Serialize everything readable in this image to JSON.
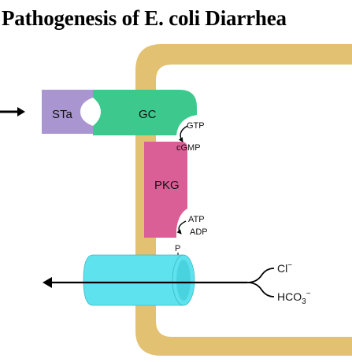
{
  "title": "Pathogenesis of E. coli Diarrhea",
  "colors": {
    "membrane": "#E3C172",
    "sta": "#A996D0",
    "gc": "#3DC98E",
    "pkg": "#D95F96",
    "channel": "#5EE3EE",
    "arrow": "#000000"
  },
  "labels": {
    "sta": "STa",
    "gc": "GC",
    "pkg": "PKG",
    "gtp": "GTP",
    "cgmp": "cGMP",
    "atp": "ATP",
    "adp": "ADP",
    "phosphate": "P",
    "chloride": "Cl",
    "chloride_charge": "−",
    "bicarbonate": "HCO",
    "bicarbonate_sub": "3",
    "bicarbonate_charge": "−"
  }
}
